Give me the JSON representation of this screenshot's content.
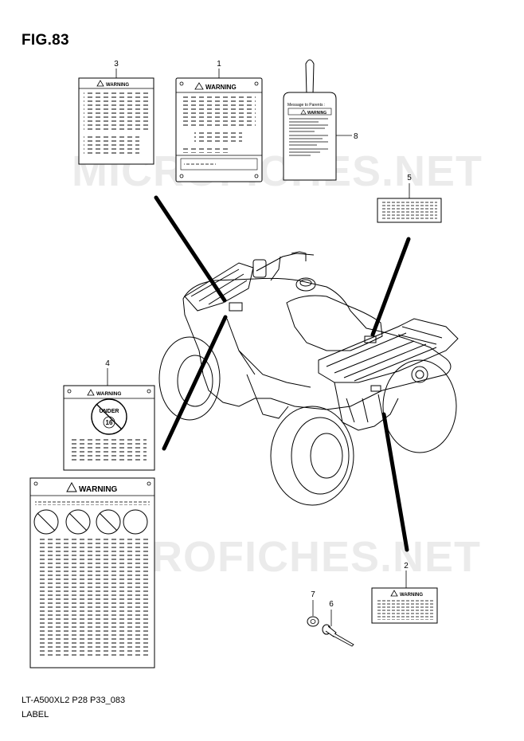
{
  "figure": {
    "title": "FIG.83",
    "model_code": "LT-A500XL2 P28 P33_083",
    "label": "LABEL"
  },
  "watermark": "MICROFICHES.NET",
  "callouts": [
    "1",
    "2",
    "3",
    "4",
    "5",
    "6",
    "7",
    "8"
  ],
  "labels": {
    "warning": "WARNING",
    "under": "UNDER",
    "age": "16",
    "message_to_parents": "Message to Parents :"
  }
}
